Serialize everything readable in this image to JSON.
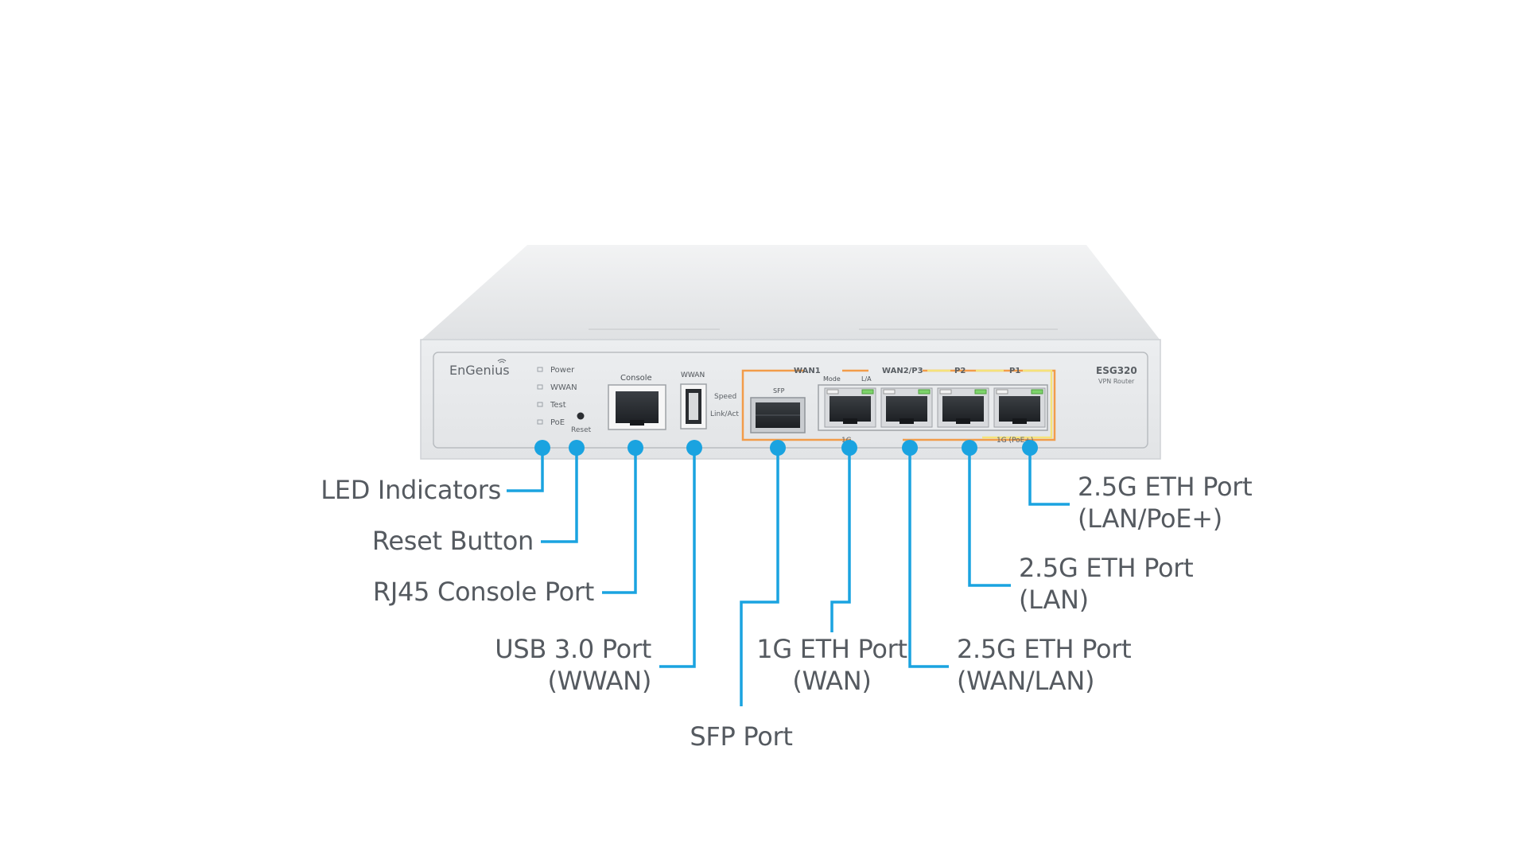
{
  "device": {
    "brand": "EnGenius",
    "model": "ESG320",
    "model_sub": "VPN Router",
    "led_labels": [
      "Power",
      "WWAN",
      "Test",
      "PoE"
    ],
    "reset_label": "Reset",
    "console_label": "Console",
    "wwan_label": "WWAN",
    "speed_label": "Speed",
    "linkact_label": "Link/Act",
    "sfp_label": "SFP",
    "wan1_label": "WAN1",
    "wan2p3_label": "WAN2/P3",
    "p2_label": "P2",
    "p1_label": "P1",
    "mode_label": "Mode",
    "la_label": "L/A",
    "g1_label": "1G",
    "g1poe_label": "1G (PoE+)"
  },
  "callouts": {
    "led": "LED Indicators",
    "reset": "Reset Button",
    "console": "RJ45 Console Port",
    "usb_l1": "USB 3.0 Port",
    "usb_l2": "(WWAN)",
    "sfp": "SFP Port",
    "eth1g_l1": "1G ETH Port",
    "eth1g_l2": "(WAN)",
    "eth25wan_l1": "2.5G ETH Port",
    "eth25wan_l2": "(WAN/LAN)",
    "eth25lan_l1": "2.5G ETH Port",
    "eth25lan_l2": "(LAN)",
    "eth25poe_l1": "2.5G ETH Port",
    "eth25poe_l2": "(LAN/PoE+)"
  },
  "colors": {
    "leader": "#1aa3e0",
    "text": "#555a60",
    "orange": "#f29c4a",
    "yellow": "#f5e37a"
  }
}
